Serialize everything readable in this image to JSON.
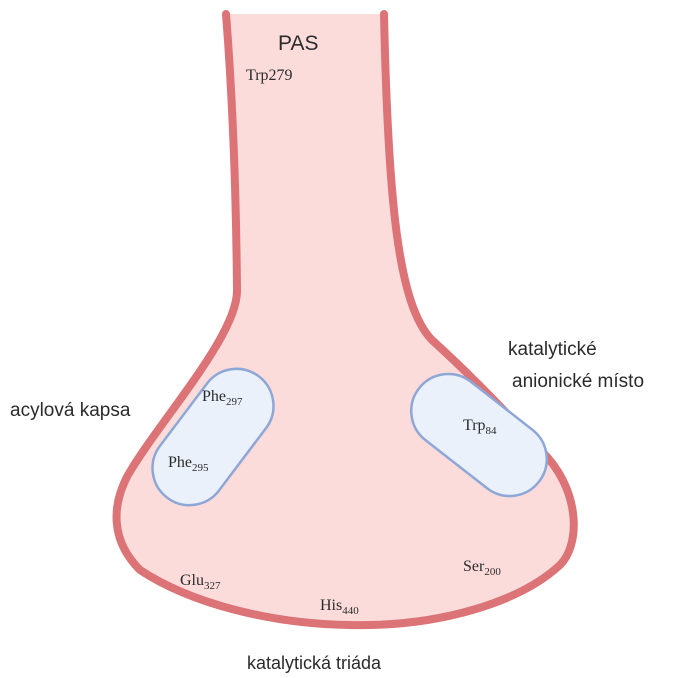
{
  "labels": {
    "pas": "PAS",
    "trp279": "Trp279",
    "catalytic_anionic_line1": "katalytické",
    "catalytic_anionic_line2": "anionické místo",
    "acyl_pocket": "acylová kapsa",
    "catalytic_triad": "katalytická triáda"
  },
  "residues": {
    "phe297": {
      "name": "Phe",
      "number": "297"
    },
    "phe295": {
      "name": "Phe",
      "number": "295"
    },
    "trp84": {
      "name": "Trp",
      "number": "84"
    },
    "glu327": {
      "name": "Glu",
      "number": "327"
    },
    "his440": {
      "name": "His",
      "number": "440"
    },
    "ser200": {
      "name": "Ser",
      "number": "200"
    }
  },
  "colors": {
    "gorge_fill": "#fbdcdb",
    "gorge_outline": "#dc7376",
    "pocket_fill": "#eaf1fb",
    "pocket_outline": "#8ea7d6",
    "text": "#2b2b2b"
  }
}
